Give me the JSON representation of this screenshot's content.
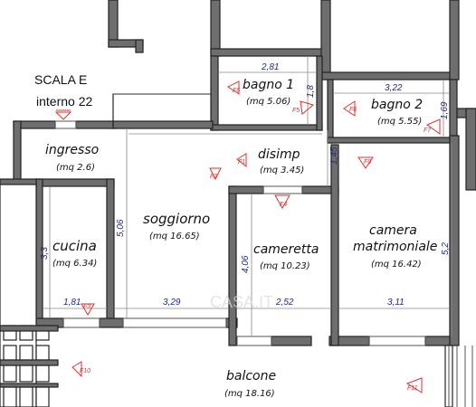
{
  "stair_label": {
    "line1": "SCALA E",
    "line2": "interno 22"
  },
  "rooms": [
    {
      "id": "ingresso",
      "name": "ingresso",
      "area": "(mq 2.6)"
    },
    {
      "id": "cucina",
      "name": "cucina",
      "area": "(mq 6.34)"
    },
    {
      "id": "soggiorno",
      "name": "soggiorno",
      "area": "(mq 16.65)"
    },
    {
      "id": "bagno1",
      "name": "bagno 1",
      "area": "(mq 5.06)"
    },
    {
      "id": "disimp",
      "name": "disimp",
      "area": "(mq 3.45)"
    },
    {
      "id": "bagno2",
      "name": "bagno 2",
      "area": "(mq 5.55)"
    },
    {
      "id": "cameretta",
      "name": "cameretta",
      "area": "(mq 10.23)"
    },
    {
      "id": "camera",
      "name": "camera",
      "name2": "matrimoniale",
      "area": "(mq 16.42)"
    },
    {
      "id": "balcone",
      "name": "balcone",
      "area": "(mq 18.16)"
    }
  ],
  "dimensions": {
    "bagno1_width": "2,81",
    "bagno1_height": "1,8",
    "bagno2_width": "3,22",
    "bagno2_height": "1,69",
    "disimp_height": "1,45",
    "soggiorno_height": "5,06",
    "cucina_height": "3,3",
    "camera_height": "5,2",
    "cameretta_height": "4,06",
    "bottom_1": "1,81",
    "bottom_2": "3,29",
    "bottom_3": "2,52",
    "bottom_4": "3,11"
  },
  "photo_points": [
    "F1",
    "F2",
    "F3",
    "F4",
    "F5",
    "F6",
    "F7",
    "F8",
    "F9",
    "F10",
    "F11"
  ],
  "watermark": "CASA.IT"
}
